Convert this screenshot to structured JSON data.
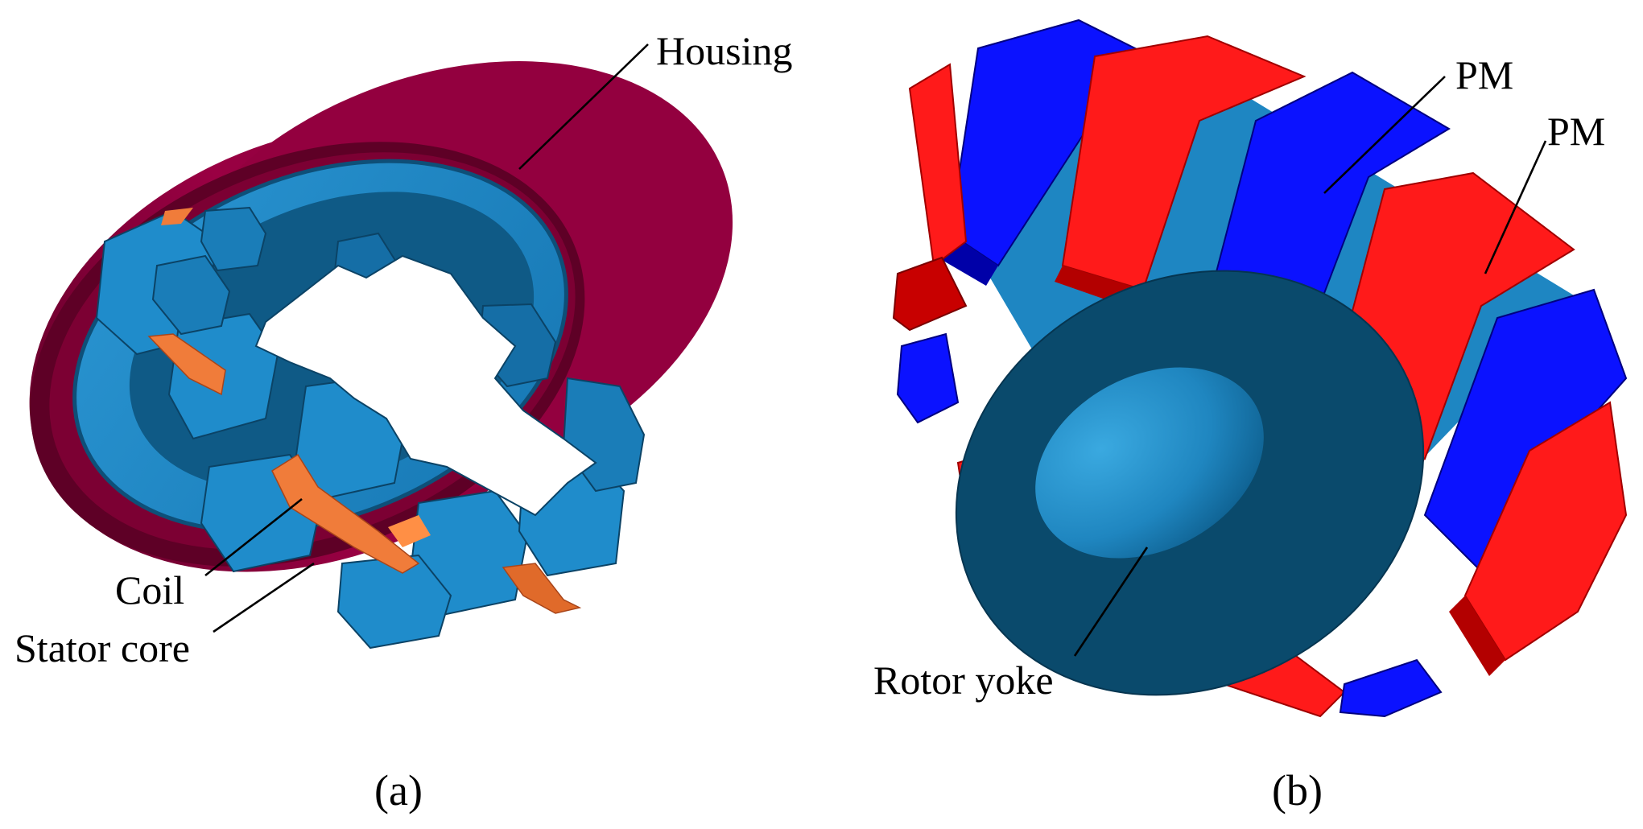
{
  "panels": {
    "a": {
      "caption": "(a)",
      "labels": {
        "housing": "Housing",
        "coil": "Coil",
        "stator_core": "Stator core"
      }
    },
    "b": {
      "caption": "(b)",
      "labels": {
        "pm_1": "PM",
        "pm_2": "PM",
        "rotor_yoke": "Rotor yoke"
      }
    }
  },
  "colors": {
    "housing": "#93003f",
    "housing_dark": "#5e0026",
    "stator": "#1e8fcf",
    "stator_dark": "#10527a",
    "coil": "#f07c3a",
    "pm_red": "#ff1a1a",
    "pm_red_dark": "#b30000",
    "pm_blue": "#0b12ff",
    "pm_blue_dark": "#0000a8",
    "yoke": "#0a4a6c",
    "bore": "#2a91c9"
  }
}
